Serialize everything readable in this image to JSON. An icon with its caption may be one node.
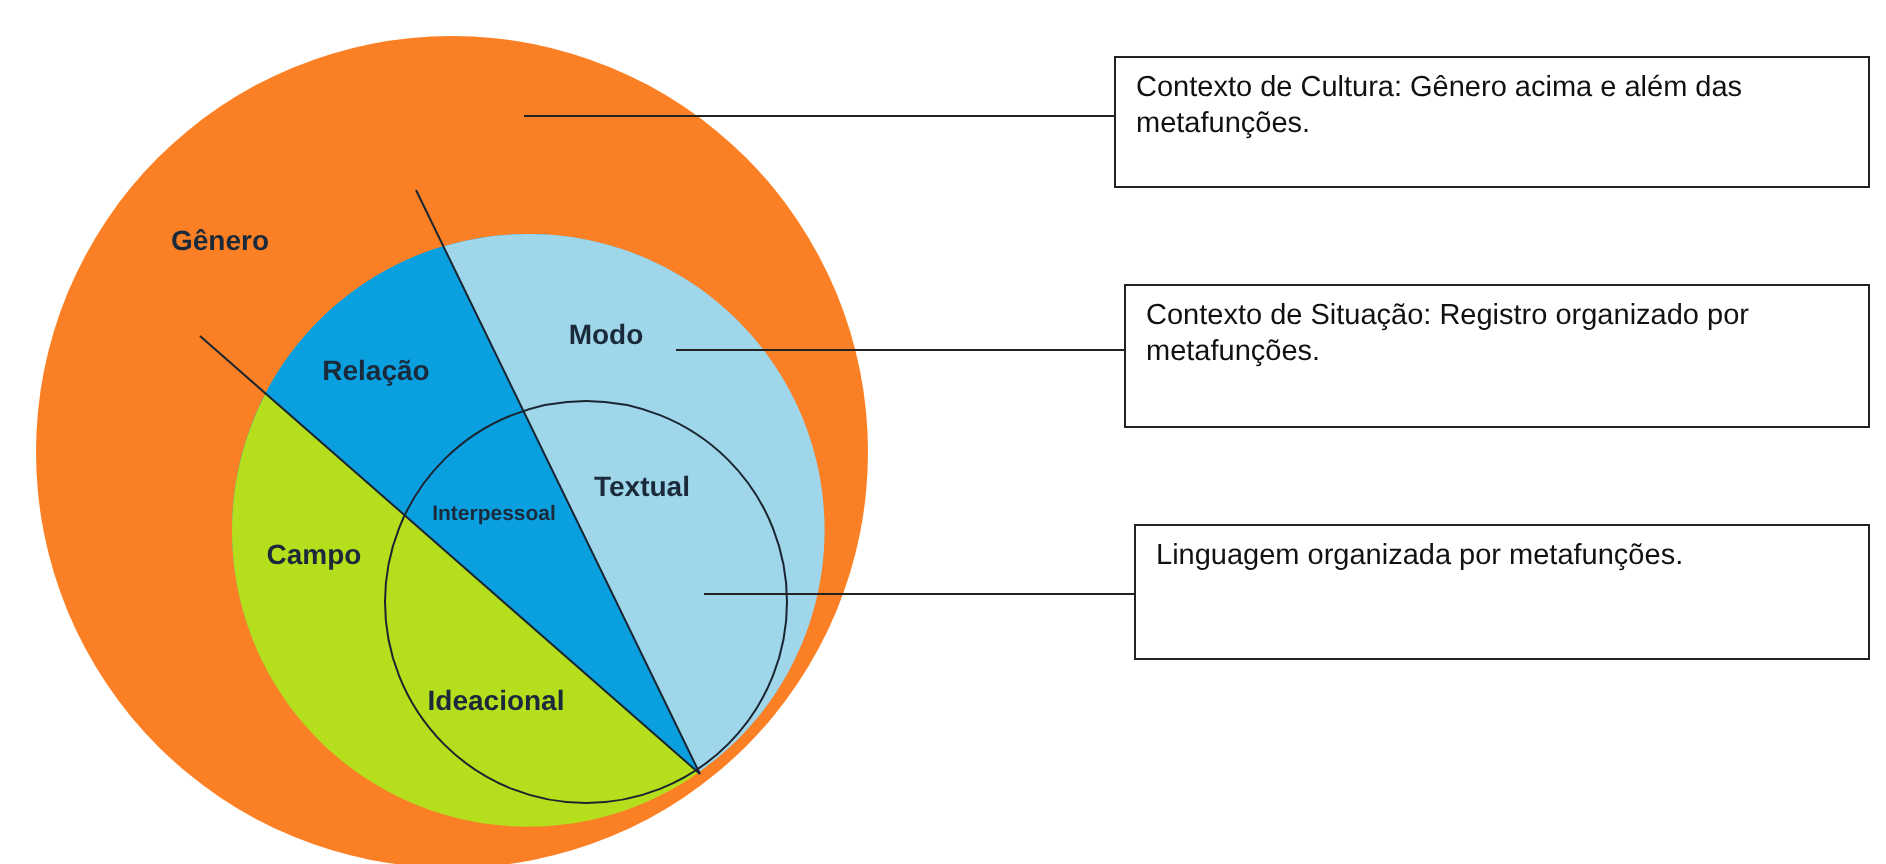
{
  "diagram": {
    "nodes": [
      {
        "text": [
          "Gênero"
        ]
      },
      {
        "text": [],
        "shape": "circle",
        "in": 0
      },
      {
        "text": [
          "Campo"
        ],
        "in": 1
      },
      {
        "text": [
          "Relação"
        ],
        "in": 1
      },
      {
        "text": [
          "Modo"
        ],
        "in": 1
      },
      {
        "text": [
          "Textual",
          "Interpessoal",
          "Ideacional"
        ],
        "in": 1
      },
      {
        "text": [
          "Contexto de Cultura: Gênero acima e além das metafunções."
        ]
      },
      {
        "text": [
          "Contexto de Situação: Registro organizado por metafunções."
        ]
      },
      {
        "text": [
          "Linguagem organizada por metafunções."
        ]
      }
    ],
    "edges": [
      {
        "from": 6,
        "to": 0,
        "arrow": "none"
      },
      {
        "from": 7,
        "to": 4,
        "arrow": "none"
      },
      {
        "from": 8,
        "to": 5,
        "arrow": "none"
      }
    ]
  }
}
